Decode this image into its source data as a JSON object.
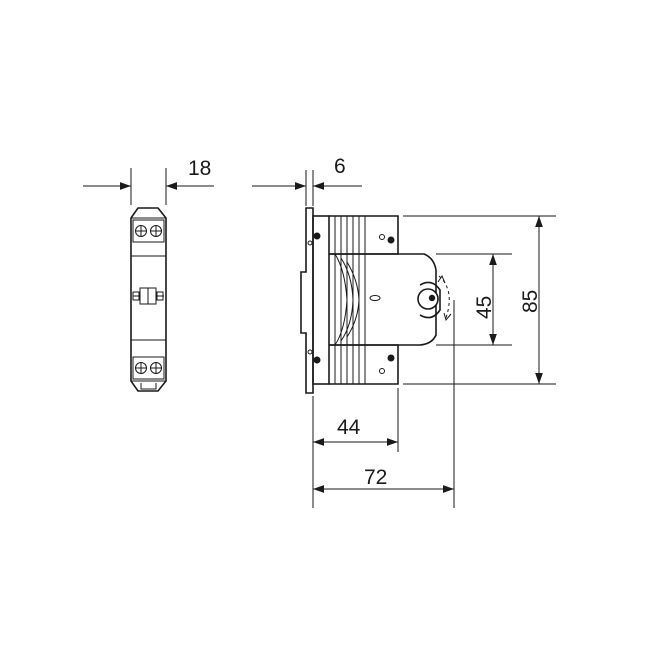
{
  "dimensions": {
    "width_module": "18",
    "rail_offset": "6",
    "depth_front": "44",
    "depth_total": "72",
    "height_window": "45",
    "height_total": "85"
  },
  "colors": {
    "line": "#1a1a1a",
    "background": "#ffffff"
  }
}
